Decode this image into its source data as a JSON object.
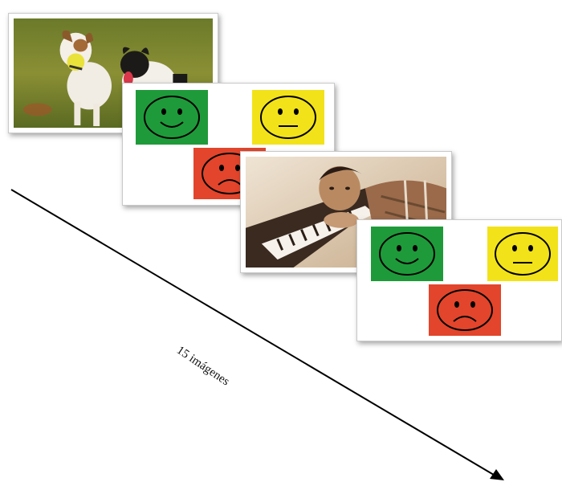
{
  "diagram": {
    "arrow_label": "15 imágenes",
    "sequence": [
      {
        "kind": "photo",
        "subject": "two-dogs-running"
      },
      {
        "kind": "rating-scale",
        "faces": [
          "happy",
          "neutral",
          "sad"
        ]
      },
      {
        "kind": "photo",
        "subject": "boy-at-piano"
      },
      {
        "kind": "rating-scale",
        "faces": [
          "happy",
          "neutral",
          "sad"
        ]
      }
    ]
  },
  "colors": {
    "happy": "#1f9a3a",
    "neutral": "#f2e21a",
    "sad": "#e2452b",
    "arrow": "#000000"
  }
}
